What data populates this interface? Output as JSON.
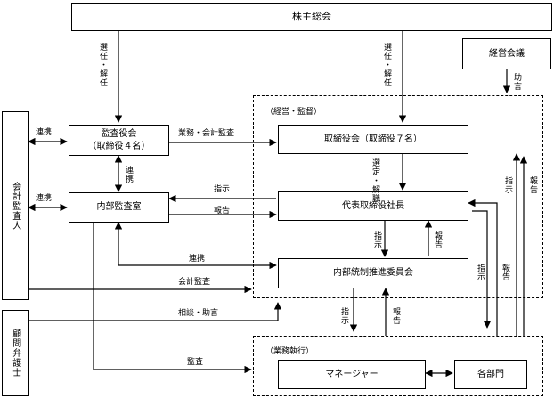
{
  "nodes": {
    "shareholders": "株主総会",
    "management_council": "経営会議",
    "audit_committee_line1": "監査役会",
    "audit_committee_line2": "（取締役４名）",
    "internal_audit": "内部監査室",
    "board": "取締役会（取締役７名）",
    "president": "代表取締役社長",
    "internal_control": "内部統制推進委員会",
    "managers": "マネージャー",
    "departments": "各部門",
    "accounting_auditor": "会計監査人",
    "legal_advisor": "顧問弁護士"
  },
  "groups": {
    "management": "（経営・監督）",
    "execution": "（業務執行）"
  },
  "labels": {
    "elect_dismiss_a": "選任・解任",
    "elect_dismiss_b": "選任・解任",
    "advice_top": "助言",
    "business_accounting_audit": "業務・会計監査",
    "cooperation_1": "連携",
    "cooperation_2": "連携",
    "cooperation_3": "連携",
    "cooperation_4": "連携",
    "appoint_dismiss": "選定・解職",
    "instruction_1": "指示",
    "instruction_2": "指示",
    "instruction_3": "指示",
    "instruction_4": "指示",
    "instruction_5": "指示",
    "report_1": "報告",
    "report_2": "報告",
    "report_3": "報告",
    "report_4": "報告",
    "report_5": "報告",
    "accounting_audit": "会計監査",
    "consultation_advice": "相談・助言",
    "audit": "監査"
  }
}
